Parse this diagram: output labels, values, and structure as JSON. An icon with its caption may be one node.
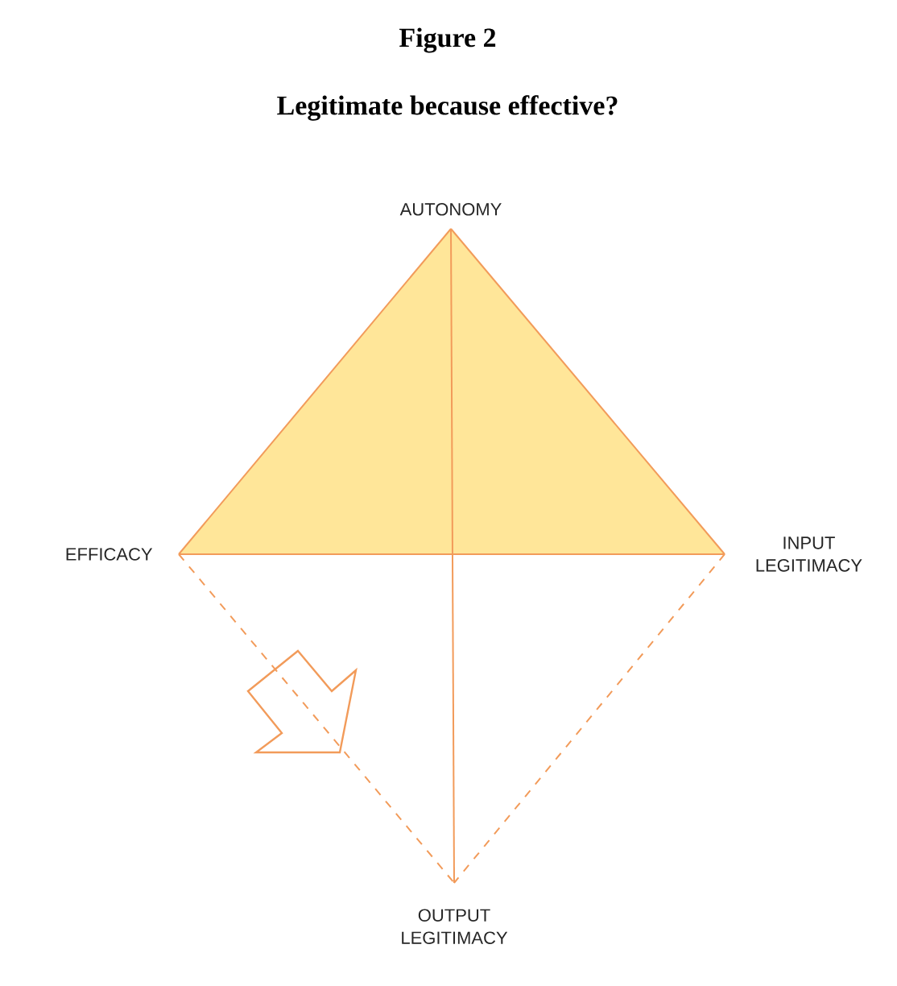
{
  "diagram": {
    "title": "Figure 2",
    "caption": "Legitimate because effective?",
    "nodes": [
      {
        "text": [
          "AUTONOMY"
        ]
      },
      {
        "text": [
          "EFFICACY"
        ]
      },
      {
        "text": [
          "INPUT LEGITIMACY"
        ]
      },
      {
        "text": [
          "OUTPUT LEGITIMACY"
        ]
      }
    ],
    "edges": [
      {
        "from": 0,
        "to": 1,
        "arrow": "none"
      },
      {
        "from": 0,
        "to": 2,
        "arrow": "none"
      },
      {
        "from": 1,
        "to": 2,
        "arrow": "none"
      },
      {
        "from": 0,
        "to": 3,
        "arrow": "none"
      },
      {
        "from": 1,
        "to": 3,
        "arrow": "none",
        "style": "dashed"
      },
      {
        "from": 2,
        "to": 3,
        "arrow": "none",
        "style": "dashed"
      }
    ]
  }
}
